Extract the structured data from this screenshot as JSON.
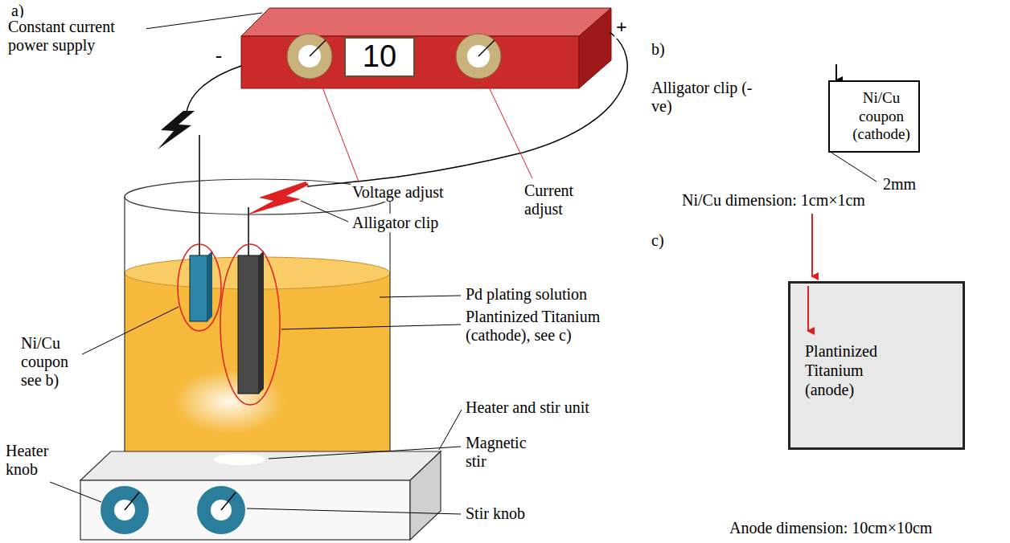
{
  "diagram": {
    "nodes": [
      {
        "text": [
          "10"
        ]
      },
      {
        "text": [
          "Ni/Cu coupon (cathode)"
        ]
      },
      {
        "text": [
          "Plantinized Titanium (anode)"
        ]
      }
    ],
    "edges": [],
    "labels": [
      "a)",
      "Constant current power supply",
      "-",
      "+",
      "Voltage adjust",
      "Current adjust",
      "Alligator clip",
      "Pd plating solution",
      "Ni/Cu coupon see b)",
      "Plantinized Titanium (cathode), see c)",
      "Heater and stir unit",
      "Magnetic stir",
      "Heater knob",
      "Stir knob",
      "b)",
      "Alligator clip (-ve)",
      "2mm",
      "Ni/Cu dimension: 1cm×1cm",
      "c)",
      "Anode dimension: 10cm×10cm"
    ]
  }
}
